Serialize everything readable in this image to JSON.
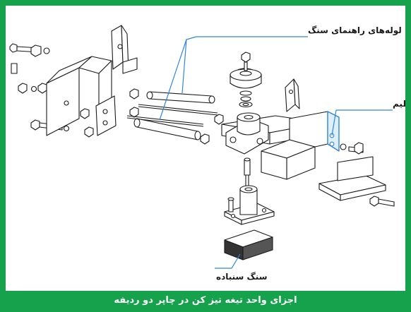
{
  "labels": {
    "guide_tubes": "لوله‌های راهنمای سنگ",
    "adjust_hole": "سوراخ تنظیم",
    "grinding_stone": "سنگ سنباده"
  },
  "caption": "اجزای واحد تیغه تیز کن در چاپر دو ردیفه",
  "colors": {
    "frame": "#16a24c",
    "line": "#1a1a1a",
    "highlight": "#2e86de",
    "leader": "#2e86de"
  }
}
